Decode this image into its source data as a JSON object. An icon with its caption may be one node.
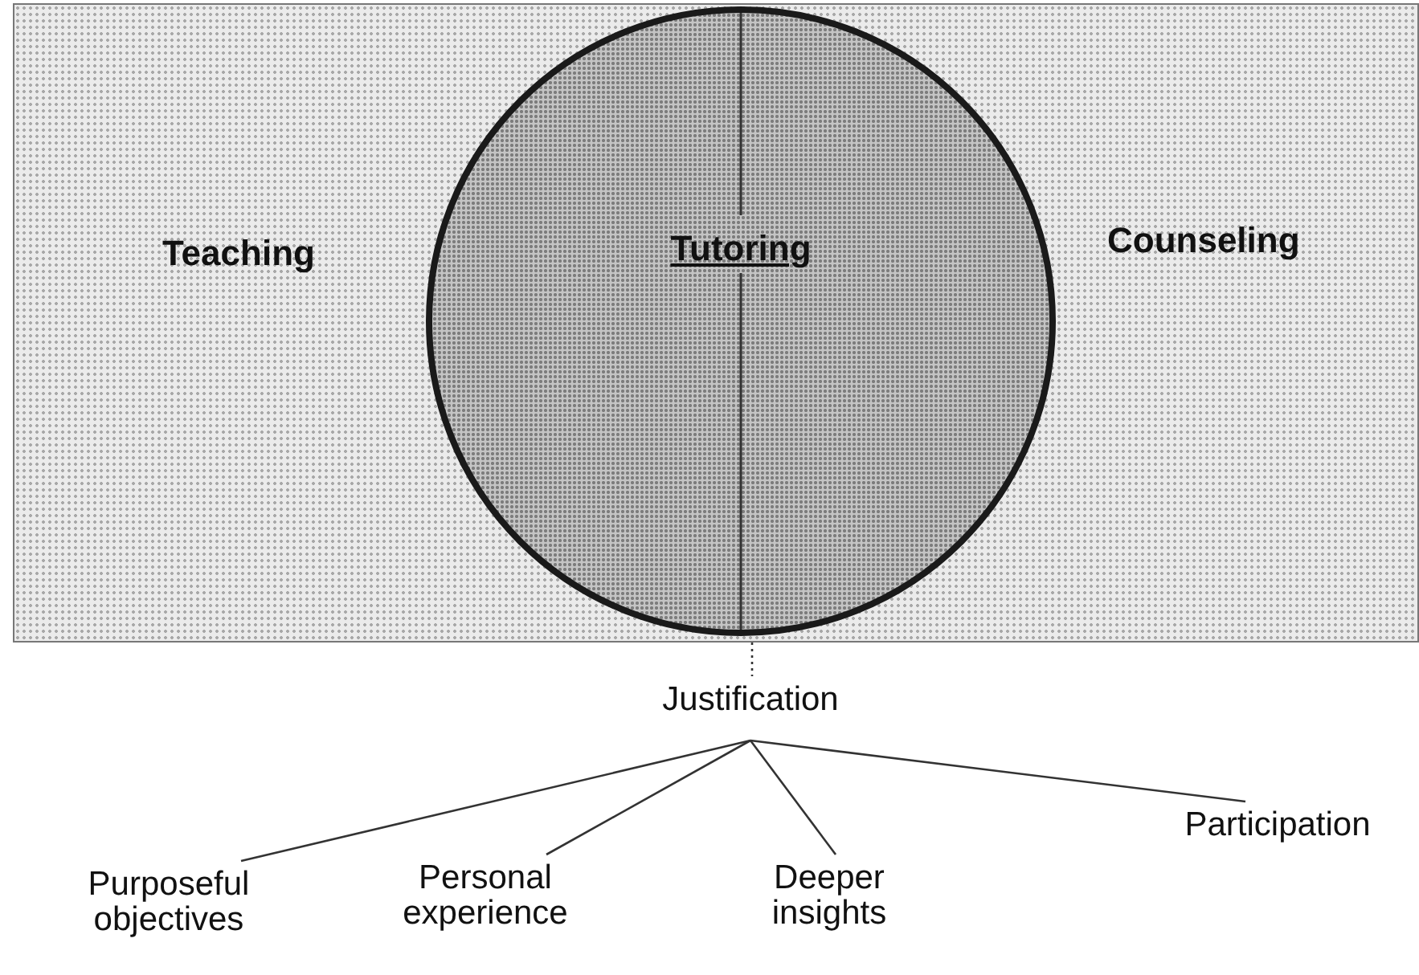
{
  "diagram": {
    "nodes": [
      {
        "text": [
          "Teaching",
          "Counseling"
        ]
      },
      {
        "text": [
          "Tutoring"
        ],
        "in": 0
      },
      {
        "text": [
          "Justification"
        ]
      },
      {
        "text": [
          "Purposeful objectives"
        ]
      },
      {
        "text": [
          "Personal experience"
        ]
      },
      {
        "text": [
          "Deeper insights"
        ]
      },
      {
        "text": [
          "Participation"
        ]
      }
    ],
    "edges": [
      {
        "from": 0,
        "to": 2,
        "arrow": "none",
        "style": "dashed"
      },
      {
        "from": 2,
        "to": 3,
        "arrow": "none"
      },
      {
        "from": 2,
        "to": 4,
        "arrow": "none"
      },
      {
        "from": 2,
        "to": 5,
        "arrow": "none"
      },
      {
        "from": 2,
        "to": 6,
        "arrow": "none"
      }
    ]
  }
}
